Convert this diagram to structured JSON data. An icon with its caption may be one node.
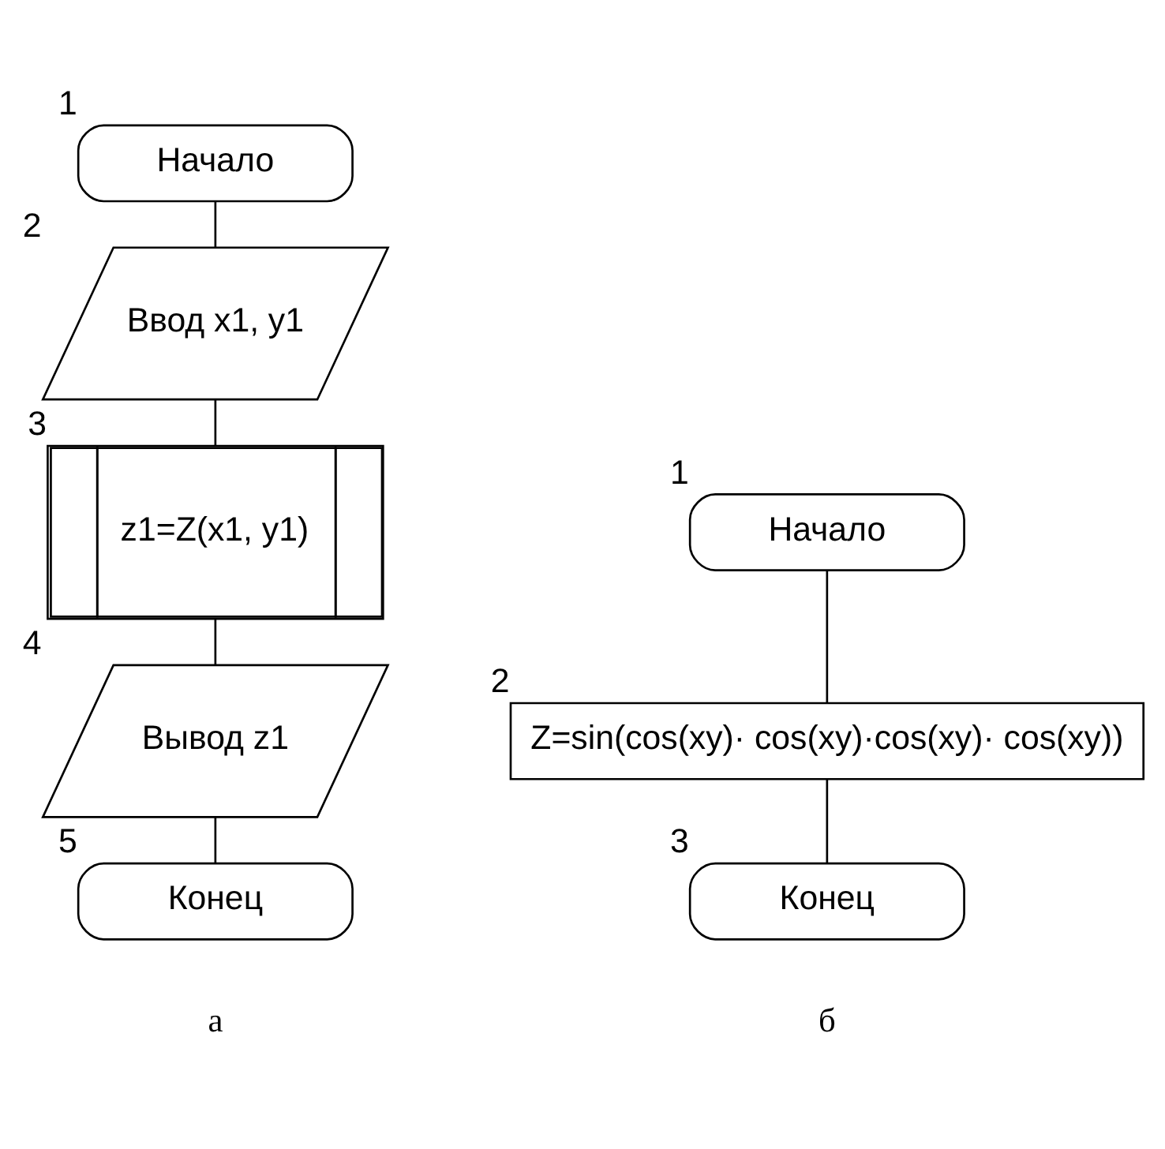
{
  "diagram": {
    "nodes": [
      {
        "text": [
          "Начало"
        ],
        "beside": [
          "1"
        ]
      },
      {
        "text": [
          "Ввод x1, y1"
        ],
        "beside": [
          "2"
        ]
      },
      {
        "text": [
          "z1=Z(x1, y1)"
        ],
        "beside": [
          "3"
        ]
      },
      {
        "text": [
          "Вывод z1"
        ],
        "beside": [
          "4"
        ]
      },
      {
        "text": [
          "Конец"
        ],
        "beside": [
          "5"
        ]
      },
      {
        "text": [
          "Начало"
        ],
        "beside": [
          "1"
        ]
      },
      {
        "text": [
          "Z=sin(cos(xy)· cos(xy)·cos(xy)· cos(xy))"
        ],
        "beside": [
          "2"
        ]
      },
      {
        "text": [
          "Конец"
        ],
        "beside": [
          "3"
        ]
      }
    ],
    "edges": [
      {
        "from": 0,
        "to": 1,
        "arrow": "none"
      },
      {
        "from": 1,
        "to": 2,
        "arrow": "none"
      },
      {
        "from": 2,
        "to": 3,
        "arrow": "none"
      },
      {
        "from": 3,
        "to": 4,
        "arrow": "none"
      },
      {
        "from": 5,
        "to": 6,
        "arrow": "none"
      },
      {
        "from": 6,
        "to": 7,
        "arrow": "none"
      }
    ],
    "labels": [
      "а",
      "б"
    ]
  }
}
